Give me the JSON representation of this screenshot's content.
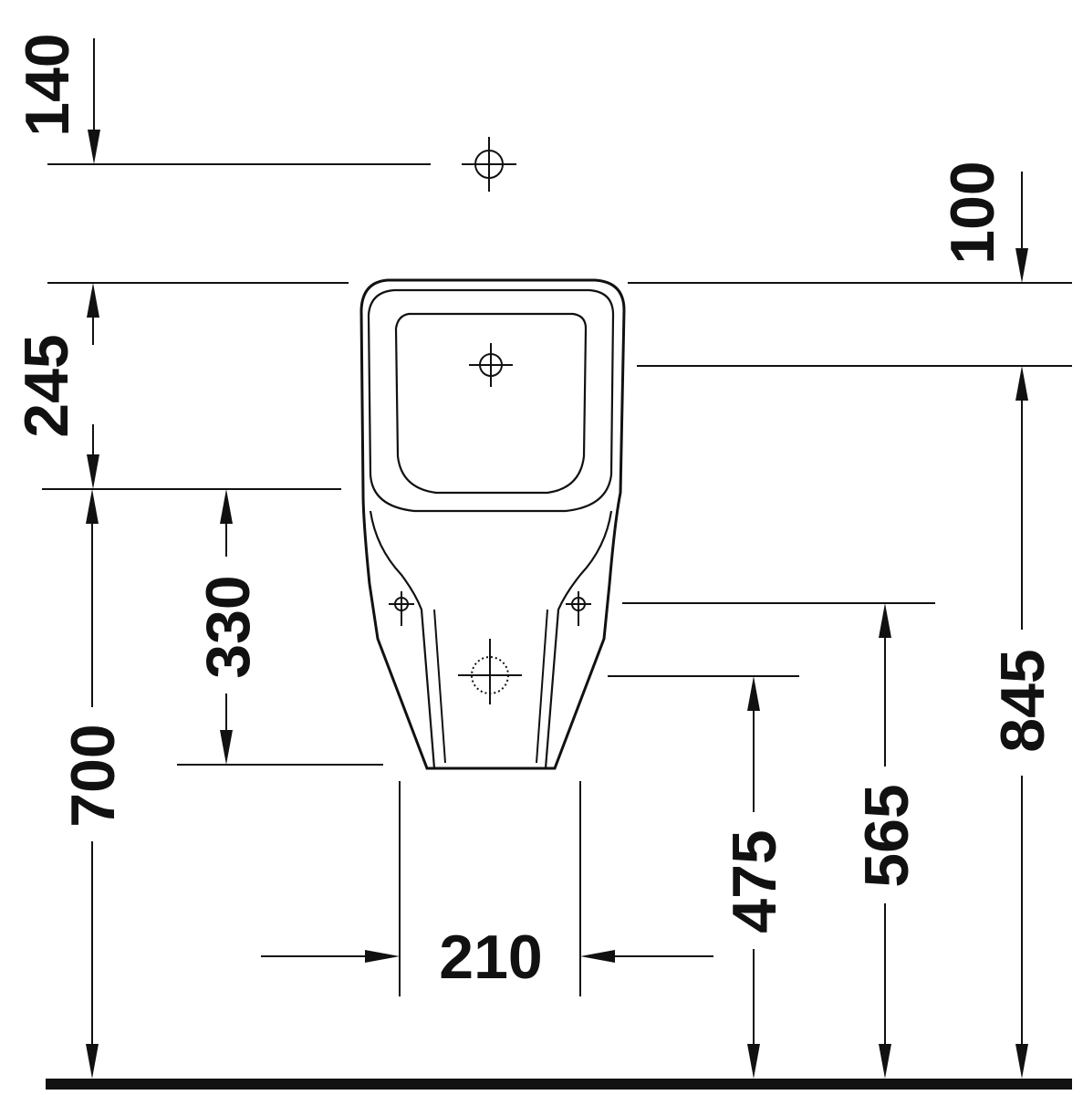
{
  "dimensions": {
    "d140": "140",
    "d100": "100",
    "d245": "245",
    "d330": "330",
    "d700": "700",
    "d210": "210",
    "d475": "475",
    "d565": "565",
    "d845": "845"
  },
  "colors": {
    "line": "#111111",
    "background": "#ffffff"
  }
}
